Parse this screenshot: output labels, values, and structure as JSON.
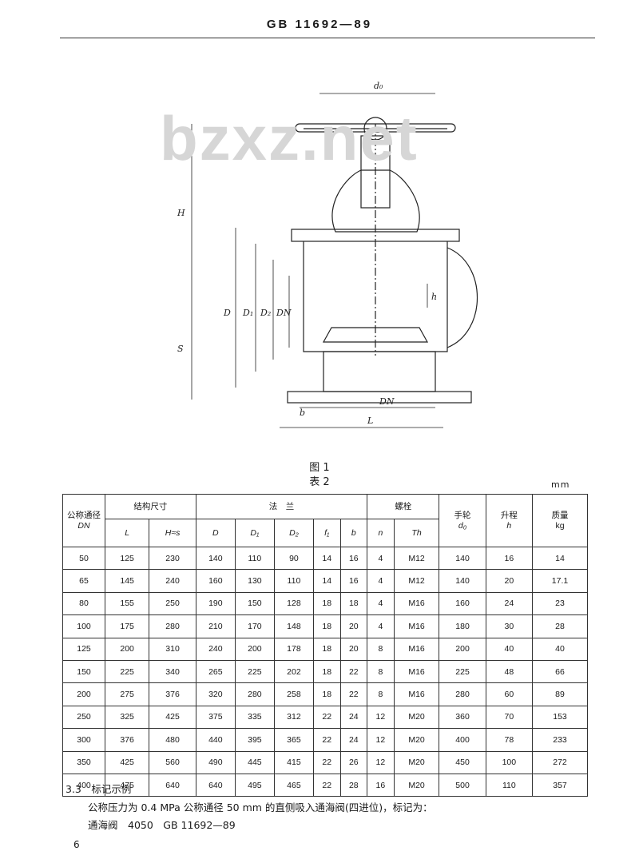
{
  "header": {
    "standard_no": "GB 11692—89"
  },
  "watermark": {
    "text": "bzxz.net"
  },
  "figure": {
    "labels": {
      "d0": "d₀",
      "h_total": "H",
      "dia_d": "D",
      "dia_d1": "D₁",
      "dia_d2": "D₂",
      "dia_dn": "DN",
      "stroke": "h",
      "length": "L",
      "bottom_dn": "DN",
      "thick_b": "b",
      "s": "S"
    },
    "caption": "图 1"
  },
  "table": {
    "caption": "表 2",
    "unit": "mm",
    "groups": {
      "nominal": "公称通径",
      "structure": "结构尺寸",
      "flange": "法　兰",
      "bolt": "螺栓",
      "handwheel": "手轮",
      "stroke": "升程",
      "mass": "质量"
    },
    "sub": {
      "nominal": "DN",
      "L": "L",
      "H": "H≈s",
      "D": "D",
      "D1": "D₁",
      "D2": "D₂",
      "f": "f₁",
      "b": "b",
      "n": "n",
      "th": "Th",
      "d0": "d₀",
      "h": "h",
      "kg": "kg"
    },
    "rows": [
      [
        "50",
        "125",
        "230",
        "140",
        "110",
        "90",
        "14",
        "16",
        "4",
        "M12",
        "140",
        "16",
        "14"
      ],
      [
        "65",
        "145",
        "240",
        "160",
        "130",
        "110",
        "14",
        "16",
        "4",
        "M12",
        "140",
        "20",
        "17.1"
      ],
      [
        "80",
        "155",
        "250",
        "190",
        "150",
        "128",
        "18",
        "18",
        "4",
        "M16",
        "160",
        "24",
        "23"
      ],
      [
        "100",
        "175",
        "280",
        "210",
        "170",
        "148",
        "18",
        "20",
        "4",
        "M16",
        "180",
        "30",
        "28"
      ],
      [
        "125",
        "200",
        "310",
        "240",
        "200",
        "178",
        "18",
        "20",
        "8",
        "M16",
        "200",
        "40",
        "40"
      ],
      [
        "150",
        "225",
        "340",
        "265",
        "225",
        "202",
        "18",
        "22",
        "8",
        "M16",
        "225",
        "48",
        "66"
      ],
      [
        "200",
        "275",
        "376",
        "320",
        "280",
        "258",
        "18",
        "22",
        "8",
        "M16",
        "280",
        "60",
        "89"
      ],
      [
        "250",
        "325",
        "425",
        "375",
        "335",
        "312",
        "22",
        "24",
        "12",
        "M20",
        "360",
        "70",
        "153"
      ],
      [
        "300",
        "376",
        "480",
        "440",
        "395",
        "365",
        "22",
        "24",
        "12",
        "M20",
        "400",
        "78",
        "233"
      ],
      [
        "350",
        "425",
        "560",
        "490",
        "445",
        "415",
        "22",
        "26",
        "12",
        "M20",
        "450",
        "100",
        "272"
      ],
      [
        "400",
        "475",
        "640",
        "640",
        "495",
        "465",
        "22",
        "28",
        "16",
        "M20",
        "500",
        "110",
        "357"
      ]
    ]
  },
  "section": {
    "title": "3.3　标记示例",
    "body": "公称压力为 0.4 MPa 公称通径 50 mm 的直侧吸入通海阀(四进位)，标记为：",
    "mark": "通海阀　4050　GB 11692—89"
  },
  "page_number": "6"
}
